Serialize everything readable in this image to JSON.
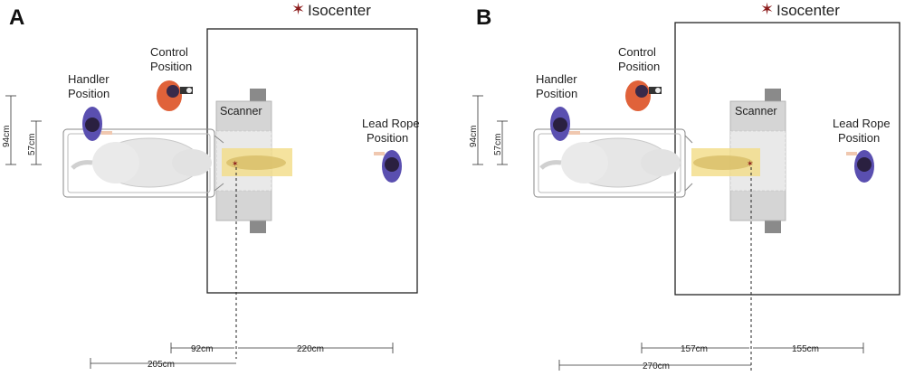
{
  "panels": [
    {
      "letter": "A",
      "isocenter_label": "Isocenter",
      "control_label": [
        "Control",
        "Position"
      ],
      "handler_label": [
        "Handler",
        "Position"
      ],
      "lead_label": [
        "Lead Rope",
        "Position"
      ],
      "scanner_label": "Scanner",
      "vertical_dims": [
        "94cm",
        "57cm"
      ],
      "horizontal_dims": [
        "92cm",
        "220cm",
        "205cm"
      ]
    },
    {
      "letter": "B",
      "isocenter_label": "Isocenter",
      "control_label": [
        "Control",
        "Position"
      ],
      "handler_label": [
        "Handler",
        "Position"
      ],
      "lead_label": [
        "Lead Rope",
        "Position"
      ],
      "scanner_label": "Scanner",
      "vertical_dims": [
        "94cm",
        "57cm"
      ],
      "horizontal_dims": [
        "157cm",
        "155cm",
        "270cm"
      ]
    }
  ],
  "colors": {
    "isocenter": "#8b1a1a",
    "handler": "#5a4fb0",
    "control": "#e0623a",
    "patient_area": "#f3dc86",
    "scanner": "#d5d5d5"
  }
}
